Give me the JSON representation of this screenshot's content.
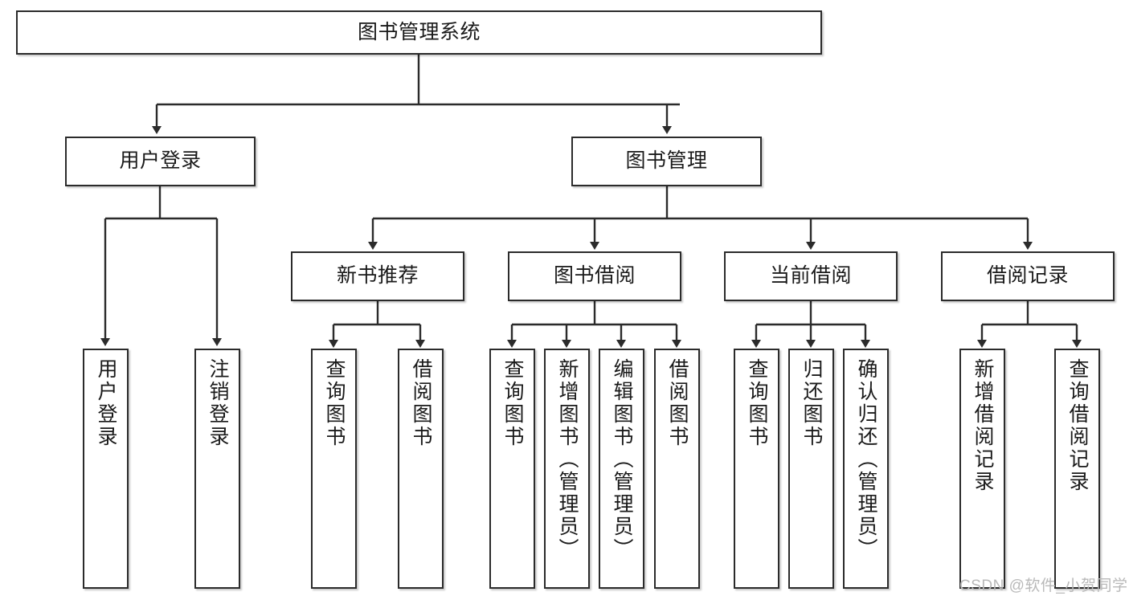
{
  "diagram": {
    "title": "图书管理系统",
    "type": "hierarchy-tree",
    "levels": 4,
    "nodes": {
      "root": {
        "label": "图书管理系统"
      },
      "level2": [
        {
          "id": "user-login",
          "label": "用户登录"
        },
        {
          "id": "book-manage",
          "label": "图书管理"
        }
      ],
      "level3": [
        {
          "id": "new-book-rec",
          "label": "新书推荐"
        },
        {
          "id": "book-borrow",
          "label": "图书借阅"
        },
        {
          "id": "current-borrow",
          "label": "当前借阅"
        },
        {
          "id": "borrow-record",
          "label": "借阅记录"
        }
      ],
      "leaves": {
        "user-login": [
          {
            "id": "leaf-user-login",
            "label": "用户登录"
          },
          {
            "id": "leaf-logout-login",
            "label": "注销登录"
          }
        ],
        "new-book-rec": [
          {
            "id": "leaf-query-book-1",
            "label": "查询图书"
          },
          {
            "id": "leaf-borrow-book-1",
            "label": "借阅图书"
          }
        ],
        "book-borrow": [
          {
            "id": "leaf-query-book-2",
            "label": "查询图书"
          },
          {
            "id": "leaf-add-book",
            "label": "新增图书（管理员）"
          },
          {
            "id": "leaf-edit-book",
            "label": "编辑图书（管理员）"
          },
          {
            "id": "leaf-borrow-book-2",
            "label": "借阅图书"
          }
        ],
        "current-borrow": [
          {
            "id": "leaf-query-book-3",
            "label": "查询图书"
          },
          {
            "id": "leaf-return-book",
            "label": "归还图书"
          },
          {
            "id": "leaf-confirm-return",
            "label": "确认归还（管理员）"
          }
        ],
        "borrow-record": [
          {
            "id": "leaf-add-record",
            "label": "新增借阅记录"
          },
          {
            "id": "leaf-query-record",
            "label": "查询借阅记录"
          }
        ]
      }
    },
    "colors": {
      "stroke": "#2b2b2b",
      "fill": "#ffffff",
      "text": "#1a1a1a",
      "watermark": "#b9b9b9"
    }
  },
  "watermark": {
    "text": "CSDN @软件_小贺同学"
  }
}
